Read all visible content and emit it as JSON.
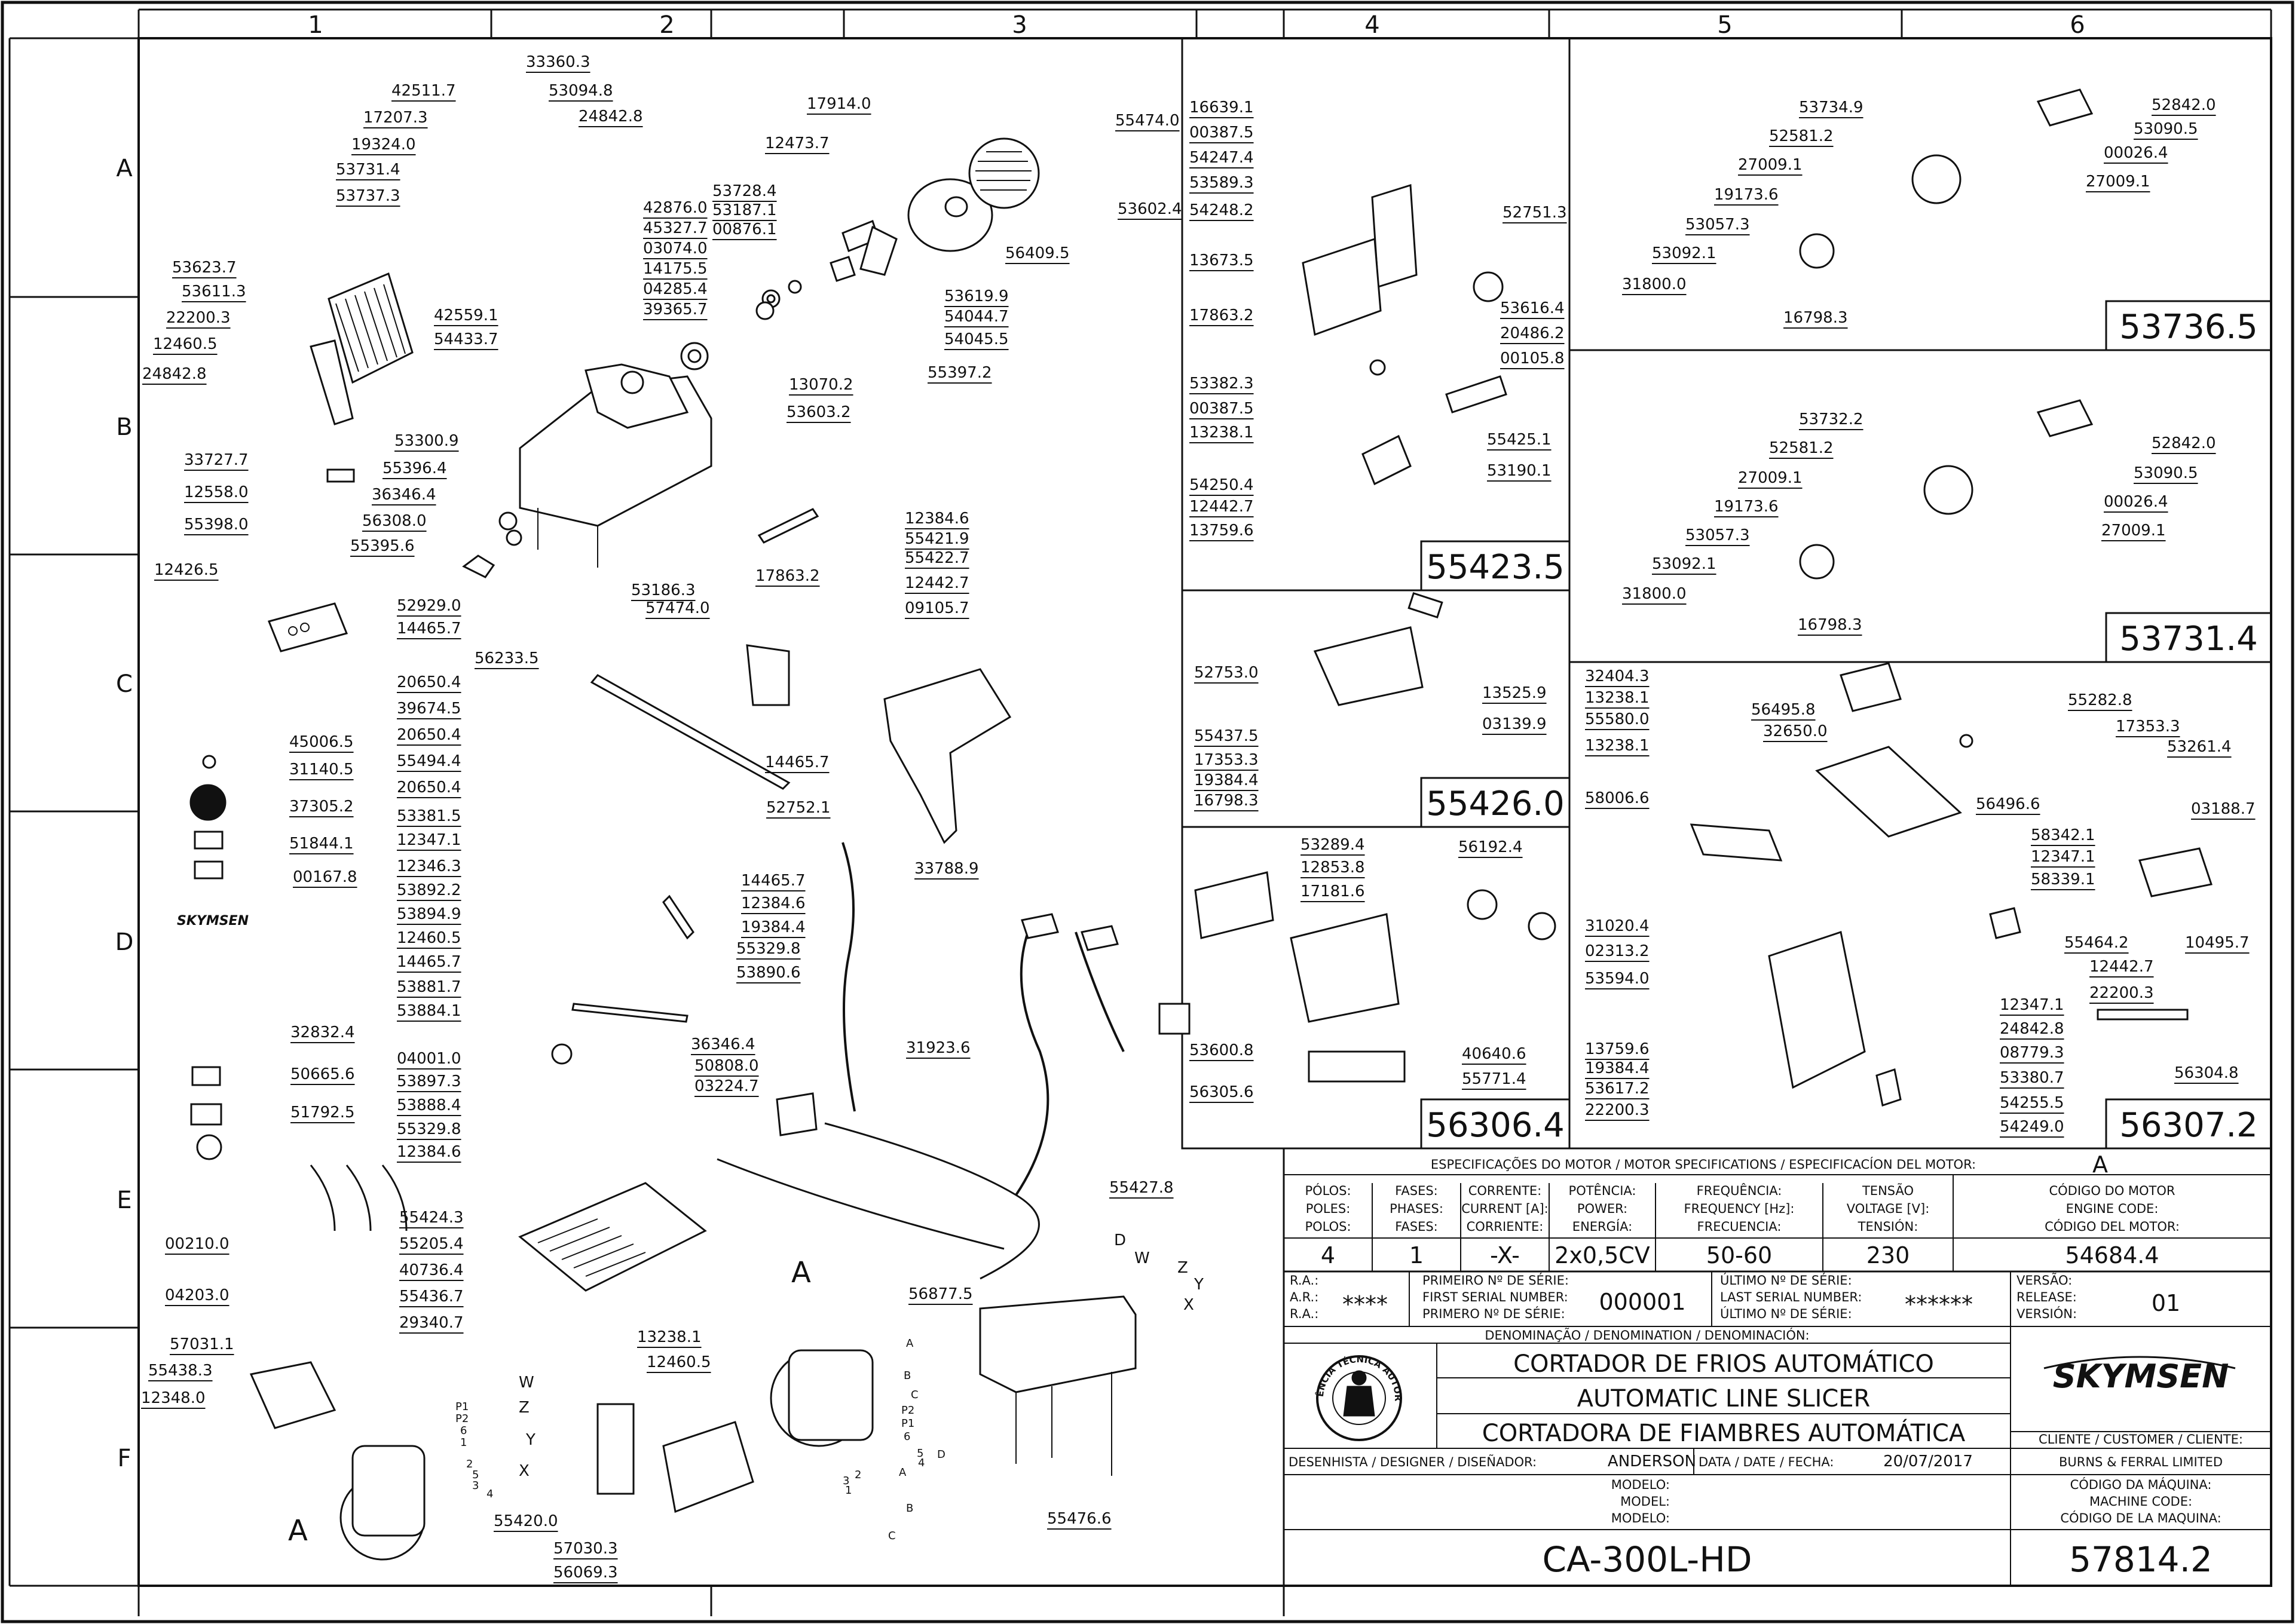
{
  "grid": {
    "columns": [
      "1",
      "2",
      "3",
      "4",
      "5",
      "6"
    ],
    "rows": [
      "A",
      "B",
      "C",
      "D",
      "E",
      "F"
    ]
  },
  "part_numbers": {
    "p001": "42511.7",
    "p002": "33360.3",
    "p003": "53094.8",
    "p004": "17207.3",
    "p005": "24842.8",
    "p006": "19324.0",
    "p007": "53731.4",
    "p008": "53737.3",
    "p009": "42876.0",
    "p010": "45327.7",
    "p011": "03074.0",
    "p012": "14175.5",
    "p013": "04285.4",
    "p014": "39365.7",
    "p015": "42559.1",
    "p016": "54433.7",
    "p017": "53623.7",
    "p018": "53611.3",
    "p019": "22200.3",
    "p020": "12460.5",
    "p021": "24842.8",
    "p022": "33727.7",
    "p023": "12558.0",
    "p024": "55398.0",
    "p025": "53300.9",
    "p026": "55396.4",
    "p027": "36346.4",
    "p028": "56308.0",
    "p029": "55395.6",
    "p030": "12426.5",
    "p031": "52929.0",
    "p032": "14465.7",
    "p033": "56233.5",
    "p034": "20650.4",
    "p035": "39674.5",
    "p036": "20650.4",
    "p037": "55494.4",
    "p038": "20650.4",
    "p039": "53381.5",
    "p040": "12347.1",
    "p041": "12346.3",
    "p042": "17914.0",
    "p043": "12473.7",
    "p044": "53728.4",
    "p045": "53187.1",
    "p046": "00876.1",
    "p047": "13070.2",
    "p048": "53603.2",
    "p049": "55397.2",
    "p050": "53619.9",
    "p051": "54044.7",
    "p052": "54045.5",
    "p053": "55474.0",
    "p054": "53602.4",
    "p055": "56409.5",
    "p056": "12384.6",
    "p057": "55421.9",
    "p058": "55422.7",
    "p059": "17863.2",
    "p060": "53186.3",
    "p061": "57474.0",
    "p062": "12442.7",
    "p063": "09105.7",
    "p064": "14465.7",
    "p065": "52752.1",
    "p066": "45006.5",
    "p067": "31140.5",
    "p068": "37305.2",
    "p069": "51844.1",
    "p070": "00167.8",
    "p071": "53892.2",
    "p072": "53894.9",
    "p073": "12460.5",
    "p074": "14465.7",
    "p075": "53881.7",
    "p076": "53884.1",
    "p077": "14465.7",
    "p078": "12384.6",
    "p079": "19384.4",
    "p080": "55329.8",
    "p081": "53890.6",
    "p082": "33788.9",
    "p083": "31923.6",
    "p084": "36346.4",
    "p085": "32832.4",
    "p086": "50665.6",
    "p087": "51792.5",
    "p088": "04001.0",
    "p089": "53897.3",
    "p090": "53888.4",
    "p091": "55329.8",
    "p092": "12384.6",
    "p093": "50808.0",
    "p094": "03224.7",
    "p095": "55427.8",
    "p096": "00210.0",
    "p097": "04203.0",
    "p098": "55424.3",
    "p099": "55205.4",
    "p100": "40736.4",
    "p101": "55436.7",
    "p102": "29340.7",
    "p103": "57031.1",
    "p104": "55438.3",
    "p105": "12348.0",
    "p106": "13238.1",
    "p107": "12460.5",
    "p108": "55420.0",
    "p109": "57030.3",
    "p110": "56069.3",
    "p111": "56877.5",
    "p112": "55476.6",
    "p113": "16639.1",
    "p114": "00387.5",
    "p115": "54247.4",
    "p116": "53589.3",
    "p117": "54248.2",
    "p118": "52751.3",
    "p119": "13673.5",
    "p120": "17863.2",
    "p121": "53616.4",
    "p122": "20486.2",
    "p123": "00105.8",
    "p124": "53382.3",
    "p125": "00387.5",
    "p126": "13238.1",
    "p127": "55425.1",
    "p128": "53190.1",
    "p129": "54250.4",
    "p130": "12442.7",
    "p131": "13759.6",
    "p132": "52753.0",
    "p133": "13525.9",
    "p134": "03139.9",
    "p135": "55437.5",
    "p136": "17353.3",
    "p137": "19384.4",
    "p138": "16798.3",
    "p139": "53289.4",
    "p140": "12853.8",
    "p141": "17181.6",
    "p142": "56192.4",
    "p143": "53600.8",
    "p144": "56305.6",
    "p145": "40640.6",
    "p146": "55771.4",
    "p147": "53734.9",
    "p148": "52842.0",
    "p149": "52581.2",
    "p150": "53090.5",
    "p151": "27009.1",
    "p152": "00026.4",
    "p153": "19173.6",
    "p154": "27009.1",
    "p155": "53057.3",
    "p156": "53092.1",
    "p157": "31800.0",
    "p158": "16798.3",
    "p159": "53732.2",
    "p160": "52842.0",
    "p161": "52581.2",
    "p162": "53090.5",
    "p163": "27009.1",
    "p164": "00026.4",
    "p165": "19173.6",
    "p166": "27009.1",
    "p167": "53057.3",
    "p168": "53092.1",
    "p169": "31800.0",
    "p170": "16798.3",
    "p171": "32404.3",
    "p172": "13238.1",
    "p173": "56495.8",
    "p174": "55282.8",
    "p175": "55580.0",
    "p176": "32650.0",
    "p177": "17353.3",
    "p178": "13238.1",
    "p179": "53261.4",
    "p180": "58006.6",
    "p181": "56496.6",
    "p182": "03188.7",
    "p183": "58342.1",
    "p184": "12347.1",
    "p185": "58339.1",
    "p186": "31020.4",
    "p187": "55464.2",
    "p188": "10495.7",
    "p189": "02313.2",
    "p190": "12442.7",
    "p191": "53594.0",
    "p192": "22200.3",
    "p193": "12347.1",
    "p194": "24842.8",
    "p195": "13759.6",
    "p196": "08779.3",
    "p197": "19384.4",
    "p198": "53380.7",
    "p199": "53617.2",
    "p200": "54255.5",
    "p201": "22200.3",
    "p202": "54249.0",
    "p203": "56304.8"
  },
  "wire_labels": {
    "a1": "A",
    "a2": "A",
    "d1": "D",
    "w1": "W",
    "z1": "Z",
    "y1": "Y",
    "x1": "X",
    "wa": "A",
    "wb": "B",
    "wc": "C",
    "m1": "W",
    "m2": "Z",
    "m3": "Y",
    "m4": "X",
    "m5": "P1",
    "m6": "P2",
    "m7": "6",
    "m8": "1",
    "m9": "5",
    "m10": "3",
    "m11": "4",
    "m12": "2",
    "n1": "P2",
    "n2": "P1",
    "n3": "6",
    "n4": "5",
    "n5": "4",
    "n6": "3",
    "n7": "2",
    "n8": "1",
    "n9": "D",
    "n10": "A",
    "n11": "B",
    "n12": "C",
    "sm1": "SKYMSEN"
  },
  "sub_assemblies": {
    "box_55423": "55423.5",
    "box_55426": "55426.0",
    "box_56306": "56306.4",
    "box_53736": "53736.5",
    "box_53731": "53731.4",
    "box_56307": "56307.2"
  },
  "motor_spec": {
    "header": "ESPECIFICAÇÕES DO MOTOR / MOTOR SPECIFICATIONS / ESPECIFICACÍON DEL MOTOR:",
    "rev": "A",
    "poles_h": [
      "PÓLOS:",
      "POLES:",
      "POLOS:"
    ],
    "phases_h": [
      "FASES:",
      "PHASES:",
      "FASES:"
    ],
    "current_h": [
      "CORRENTE:",
      "CURRENT [A]:",
      "CORRIENTE:"
    ],
    "power_h": [
      "POTÊNCIA:",
      "POWER:",
      "ENERGÍA:"
    ],
    "freq_h": [
      "FREQUÊNCIA:",
      "FREQUENCY [Hz]:",
      "FRECUENCIA:"
    ],
    "volt_h": [
      "TENSÃO",
      "VOLTAGE [V]:",
      "TENSIÓN:"
    ],
    "code_h": [
      "CÓDIGO DO MOTOR",
      "ENGINE CODE:",
      "CÓDIGO DEL MOTOR:"
    ],
    "poles": "4",
    "phases": "1",
    "current": "-X-",
    "power": "2x0,5CV",
    "freq": "50-60",
    "volt": "230",
    "code": "54684.4"
  },
  "title_block": {
    "ra_h": [
      "R.A.:",
      "A.R.:",
      "R.A.:"
    ],
    "ra": "****",
    "first_h": [
      "PRIMEIRO Nº DE SÉRIE:",
      "FIRST SERIAL NUMBER:",
      "PRIMERO Nº DE SÉRIE:"
    ],
    "first": "000001",
    "last_h": [
      "ÚLTIMO Nº DE SÉRIE:",
      "LAST SERIAL NUMBER:",
      "ÚLTIMO Nº DE SÉRIE:"
    ],
    "last": "******",
    "ver_h": [
      "VERSÃO:",
      "RELEASE:",
      "VERSIÓN:"
    ],
    "version": "01",
    "denom_h": "DENOMINAÇÃO / DENOMINATION / DENOMINACIÓN:",
    "name_pt": "CORTADOR DE FRIOS AUTOMÁTICO",
    "name_en": "AUTOMATIC LINE SLICER",
    "name_es": "CORTADORA DE FIAMBRES AUTOMÁTICA",
    "brand": "SKYMSEN",
    "seal_text": "ASSISTÊNCIA TÉCNICA AUTORIZADA",
    "client_h": "CLIENTE / CUSTOMER / CLIENTE:",
    "client": "BURNS & FERRAL LIMITED",
    "designer_h": "DESENHISTA / DESIGNER / DISEÑADOR:",
    "designer": "ANDERSON",
    "date_h": "DATA / DATE / FECHA:",
    "date": "20/07/2017",
    "model_h": [
      "MODELO:",
      "MODEL:",
      "MODELO:"
    ],
    "machine_code_h": [
      "CÓDIGO DA MÁQUINA:",
      "MACHINE CODE:",
      "CÓDIGO DE LA MAQUINA:"
    ],
    "model": "CA-300L-HD",
    "machine_code": "57814.2"
  }
}
